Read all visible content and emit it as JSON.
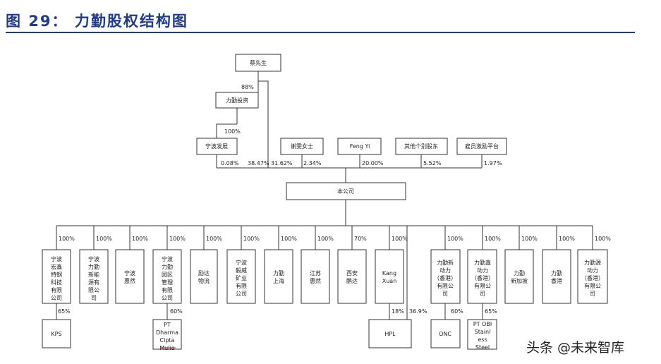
{
  "title": "图 29：  力勤股权结构图",
  "watermark": "头条 @未来智库",
  "nodes": {
    "cai": "蔡先生",
    "liqin_invest": "力勤投资",
    "ningbo_fazhan": "宁波发展",
    "xie": "谢雯女士",
    "fengyi": "Feng Yi",
    "other": "其他个别股东",
    "esop": "雇员激励平台",
    "company": "本公司",
    "sub1": [
      "宁波",
      "宏鑫",
      "特钢",
      "科技",
      "有限",
      "公司"
    ],
    "sub2": [
      "宁波",
      "力勤",
      "新能",
      "源有",
      "限公",
      "司"
    ],
    "sub3": [
      "宁波",
      "惠然"
    ],
    "sub4": [
      "宁波",
      "力勤",
      "园区",
      "管理",
      "有限",
      "公司"
    ],
    "sub5": [
      "励达",
      "物流"
    ],
    "sub6": [
      "宁波",
      "毅威",
      "矿业",
      "有限",
      "公司"
    ],
    "sub7": [
      "力勤",
      "上海"
    ],
    "sub8": [
      "江苏",
      "惠然"
    ],
    "sub9": [
      "西安",
      "鹏达"
    ],
    "sub10": [
      "Kang",
      "Xuan"
    ],
    "sub11": [
      "力勤新",
      "动力",
      "（香港）",
      "有限公",
      "司"
    ],
    "sub12": [
      "力勤鑫",
      "动力",
      "（香港）",
      "有限公",
      "司"
    ],
    "sub13": [
      "力勤",
      "新加坡"
    ],
    "sub14": [
      "力勤",
      "香港"
    ],
    "sub15": [
      "力勤源",
      "动力",
      "（香港）",
      "有限公",
      "司"
    ],
    "kps": "KPS",
    "pt_dharma": [
      "PT",
      "Dharma",
      "Cipta",
      "Mulia"
    ],
    "hpl": "HPL",
    "onc": "ONC",
    "pt_obi": [
      "PT OBI",
      "Stainl",
      "ess",
      "Steel"
    ]
  },
  "percentages": {
    "cai_to_invest": "88%",
    "invest_to_fazhan": "100%",
    "fazhan_to_company": "0.08%",
    "cai_to_company": "38.47%",
    "xie_to_company": "31.62%",
    "fengyi_to_company": "2.34%",
    "other_to_company": "20.00%",
    "esop_to_company": "5.52%",
    "extra_to_company": "1.97%",
    "subs": [
      "100%",
      "100%",
      "100%",
      "100%",
      "100%",
      "100%",
      "100%",
      "100%",
      "70%",
      "100%",
      "100%",
      "100%",
      "100%",
      "100%",
      "100%"
    ],
    "kps": "65%",
    "pt_dharma": "60%",
    "hpl_a": "18%",
    "hpl_b": "36.9%",
    "onc": "60%",
    "pt_obi": "65%"
  }
}
